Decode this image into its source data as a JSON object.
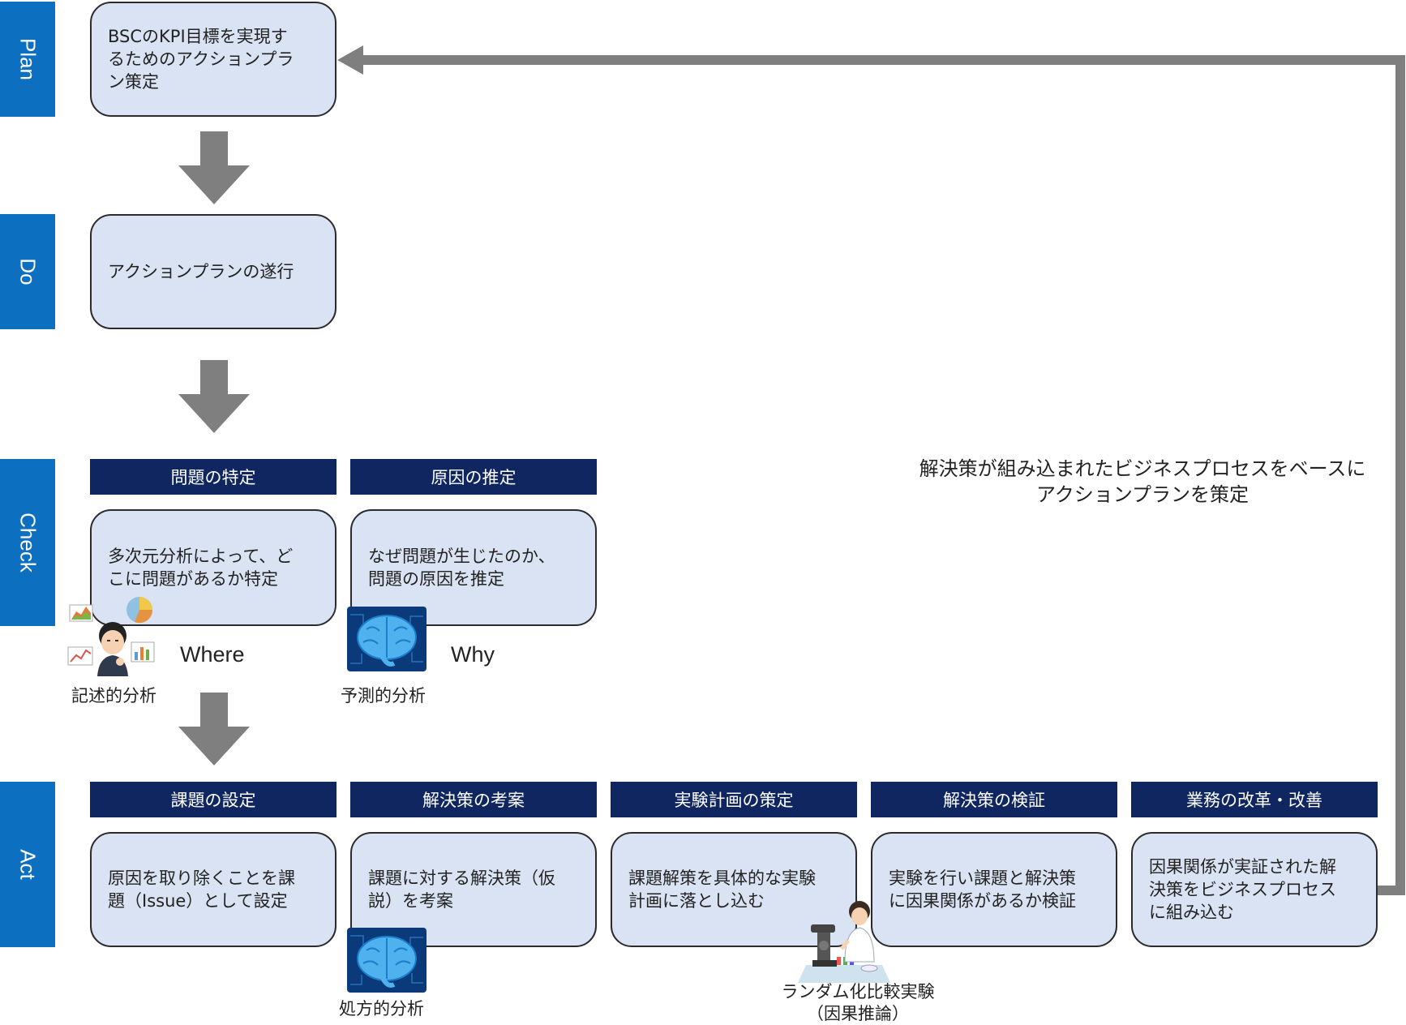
{
  "phases": {
    "plan": "Plan",
    "do": "Do",
    "check": "Check",
    "act": "Act"
  },
  "plan": {
    "box": "BSCのKPI目標を実現す\nるためのアクションプラ\nン策定"
  },
  "do": {
    "box": "アクションプランの遂行"
  },
  "check": {
    "col1": {
      "header": "問題の特定",
      "box": "多次元分析によって、ど\nこに問題があるか特定",
      "keyword": "Where",
      "analysis": "記述的分析",
      "icon": "thinking-person-with-charts-icon"
    },
    "col2": {
      "header": "原因の推定",
      "box": "なぜ問題が生じたのか、\n問題の原因を推定",
      "keyword": "Why",
      "analysis": "予測的分析",
      "icon": "brain-icon"
    }
  },
  "act": {
    "steps": [
      {
        "header": "課題の設定",
        "box": "原因を取り除くことを課\n題（Issue）として設定"
      },
      {
        "header": "解決策の考案",
        "box": "課題に対する解決策（仮\n説）を考案"
      },
      {
        "header": "実験計画の策定",
        "box": "課題解策を具体的な実験\n計画に落とし込む"
      },
      {
        "header": "解決策の検証",
        "box": "実験を行い課題と解決策\nに因果関係があるか検証"
      },
      {
        "header": "業務の改革・改善",
        "box": "因果関係が実証された解\n決策をビジネスプロセス\nに組み込む"
      }
    ],
    "analysis_prescriptive": "処方的分析",
    "analysis_rct": "ランダム化比較実験\n（因果推論）",
    "icons": [
      "brain-icon",
      "scientist-microscope-icon"
    ]
  },
  "feedback_note": "解決策が組み込まれたビジネスプロセスをベースに\nアクションプランを策定",
  "colors": {
    "phase_bar": "#0c6fc0",
    "header_bg": "#0f2661",
    "box_fill": "#dae3f3",
    "arrow": "#7f7f7f",
    "brain_bg": "#0a3a7a",
    "brain": "#4fb2ef"
  }
}
